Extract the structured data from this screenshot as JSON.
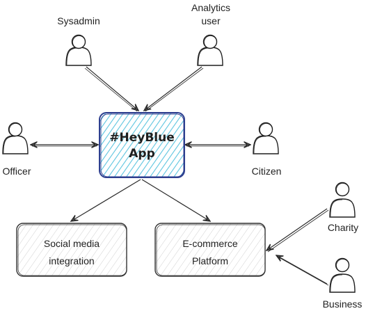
{
  "center_node": {
    "line1": "#HeyBlue",
    "line2": "App"
  },
  "actors": {
    "sysadmin": "Sysadmin",
    "analytics_line1": "Analytics",
    "analytics_line2": "user",
    "officer": "Officer",
    "citizen": "Citizen",
    "charity": "Charity",
    "business": "Business"
  },
  "systems": {
    "social_line1": "Social media",
    "social_line2": "integration",
    "ecommerce_line1": "E-commerce",
    "ecommerce_line2": "Platform"
  },
  "colors": {
    "center_fill": "#7fd3e8",
    "center_stroke": "#2e3f8f",
    "box_stroke": "#333333",
    "box_hatch": "#bdbdbd",
    "line": "#2a2a2a"
  }
}
